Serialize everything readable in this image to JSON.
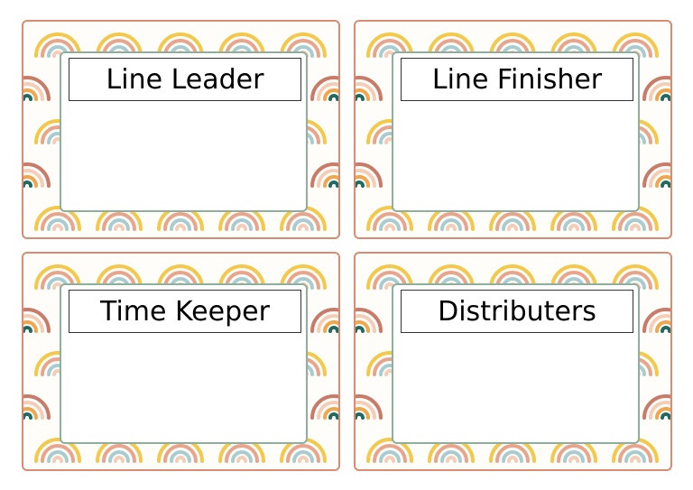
{
  "cards": [
    {
      "title": "Line Leader"
    },
    {
      "title": "Line Finisher"
    },
    {
      "title": "Time Keeper"
    },
    {
      "title": "Distributers"
    }
  ],
  "colors": {
    "border": "#d98c74",
    "panel_border": "#8fae9c",
    "yellow": "#f2c94c",
    "salmon": "#e8a58c",
    "blue": "#a9ccd0",
    "terracotta": "#c97b6a",
    "orange": "#f0a64a",
    "teal": "#1f6b63"
  }
}
